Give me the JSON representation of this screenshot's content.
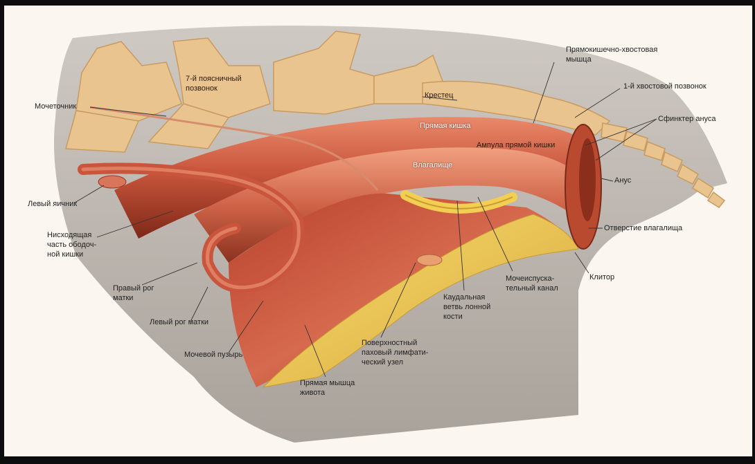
{
  "colors": {
    "paper": "#fbf6ef",
    "bone": "#e9c48f",
    "bone_edge": "#c99a5e",
    "muscle": "#c9563c",
    "muscle_dark": "#8c2e1c",
    "tissue_yellow": "#f2cf52",
    "skin_gray": "#b9b3ad"
  },
  "labels": {
    "lumbar_vertebra": [
      "7-й поясничный",
      "позвонок"
    ],
    "ureter": "Мочеточник",
    "rectococcygeal_muscle": [
      "Прямокишечно-хвостовая",
      "мышца"
    ],
    "first_caudal_vertebra": "1-й хвостовой позвонок",
    "sacrum": "Крестец",
    "anal_sphincter": "Сфинктер ануса",
    "rectum": "Прямая кишка",
    "rectal_ampulla": "Ампула прямой кишки",
    "vagina": "Влагалище",
    "anus": "Анус",
    "left_ovary": "Левый яичник",
    "descending_colon": [
      "Нисходящая",
      "часть ободоч-",
      "ной кишки"
    ],
    "vaginal_orifice": "Отверстие влагалища",
    "right_uterine_horn": [
      "Правый рог",
      "матки"
    ],
    "urethra": [
      "Мочеиспуска-",
      "тельный канал"
    ],
    "clitoris": "Клитор",
    "pubic_branch": [
      "Каудальная",
      "ветвь лонной",
      "кости"
    ],
    "left_uterine_horn": "Левый рог матки",
    "lymph_node": [
      "Поверхностный",
      "паховый лимфати-",
      "ческий узел"
    ],
    "bladder": "Мочевой пузырь",
    "rectus_abdominis": [
      "Прямая мышца",
      "живота"
    ]
  }
}
